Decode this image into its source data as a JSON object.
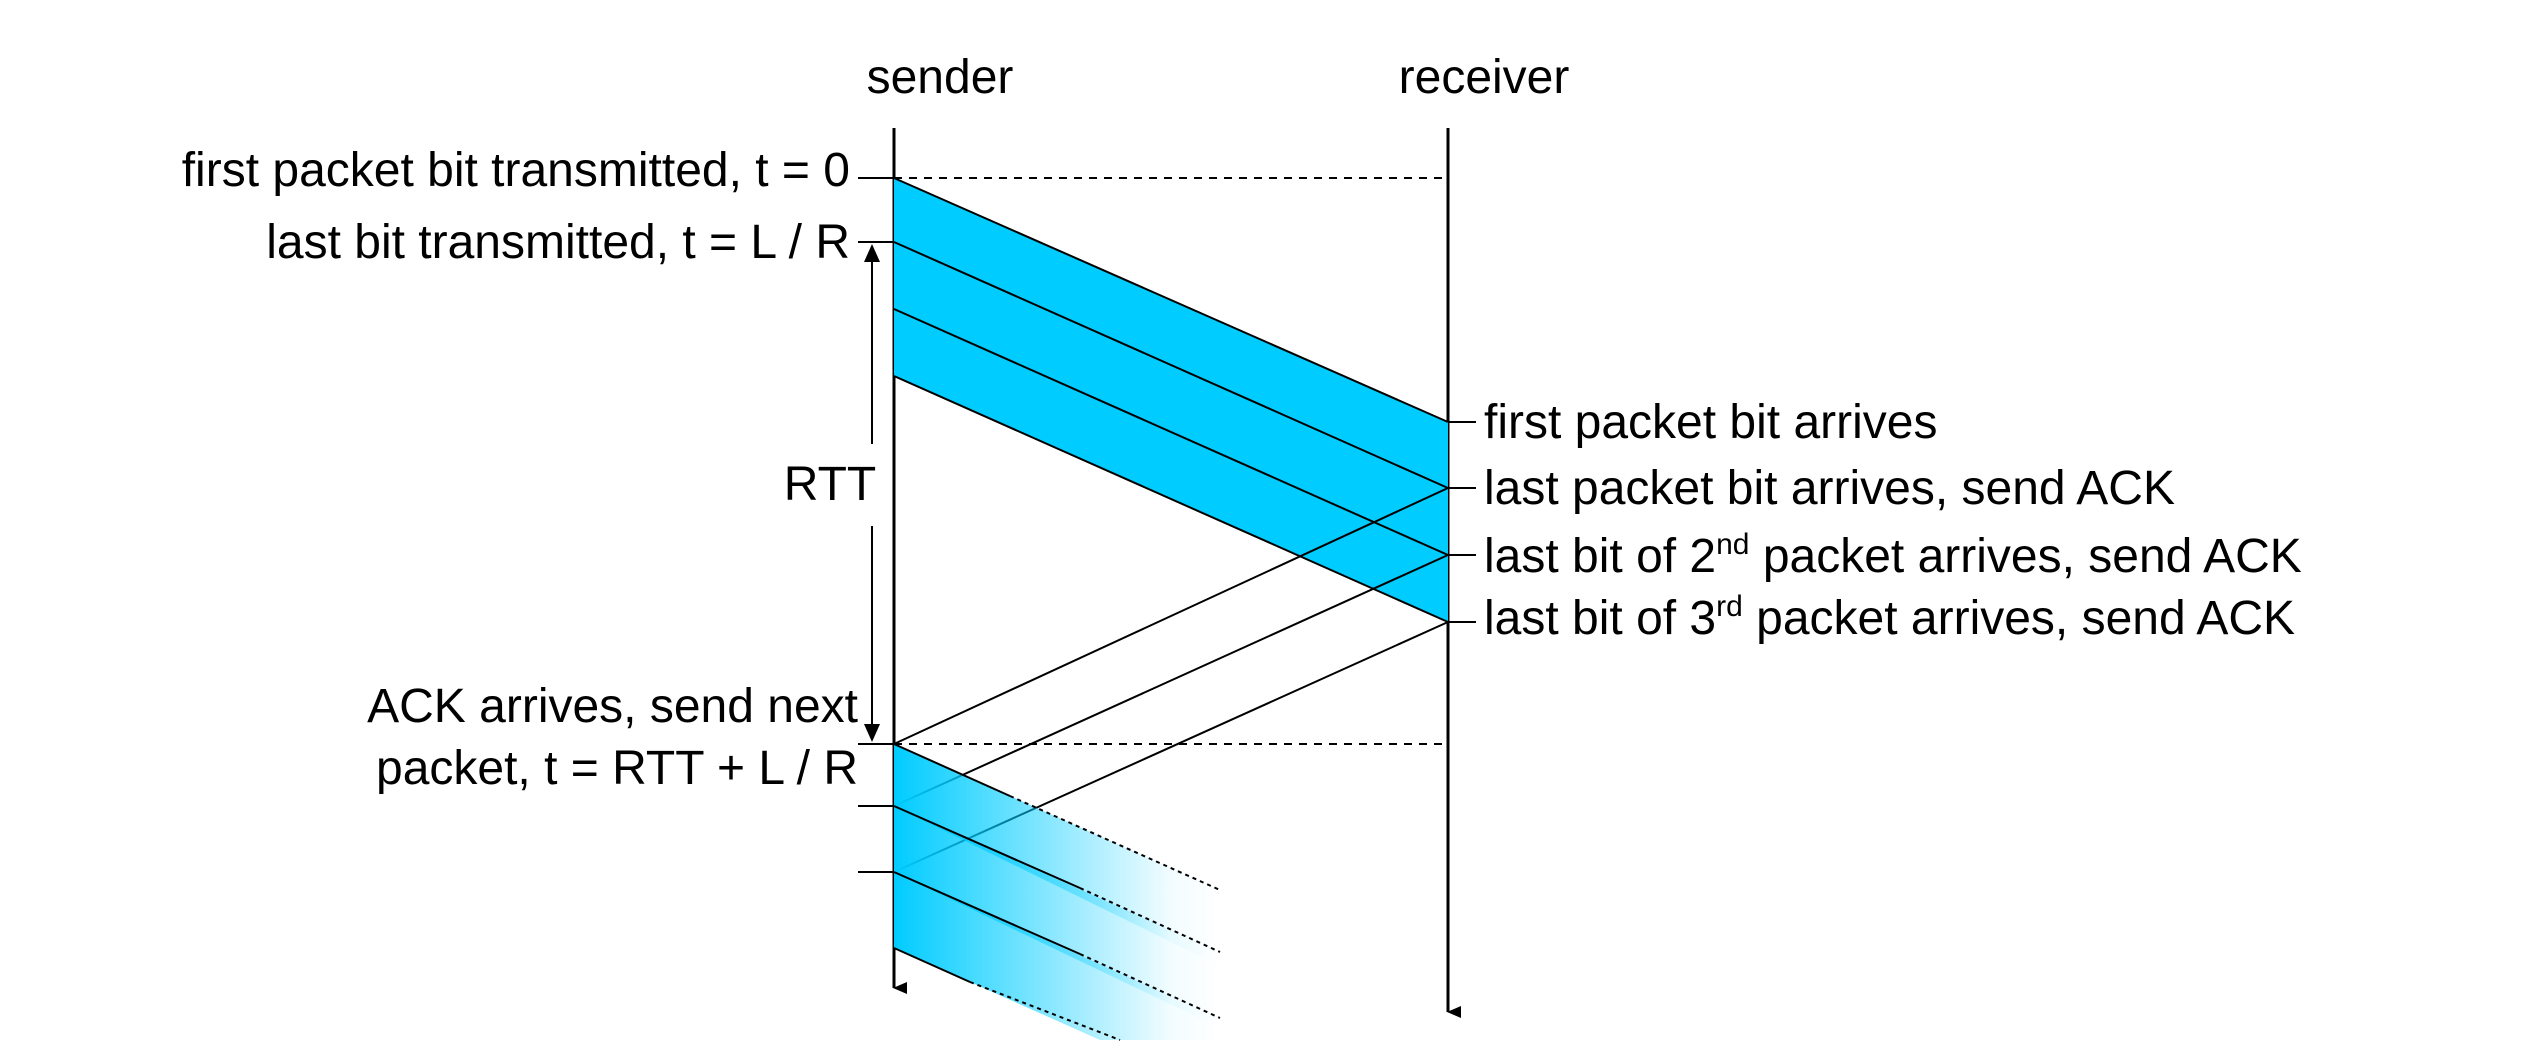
{
  "header": {
    "sender": "sender",
    "receiver": "receiver"
  },
  "sender_labels": {
    "first_bit": "first packet bit transmitted, t = 0",
    "last_bit": "last bit transmitted, t = L / R",
    "rtt": "RTT",
    "ack_line1": "ACK arrives, send next",
    "ack_line2": "packet, t = RTT + L / R"
  },
  "receiver_labels": {
    "first_arrives": "first packet bit arrives",
    "last_arrives": "last packet bit arrives, send ACK",
    "second_pre": "last bit of 2",
    "second_sup": "nd",
    "second_post": " packet arrives, send ACK",
    "third_pre": "last bit of 3",
    "third_sup": "rd",
    "third_post": " packet arrives, send ACK"
  },
  "colors": {
    "packet_fill": "#00CCFF",
    "line": "#000000",
    "background": "#FFFFFF"
  }
}
